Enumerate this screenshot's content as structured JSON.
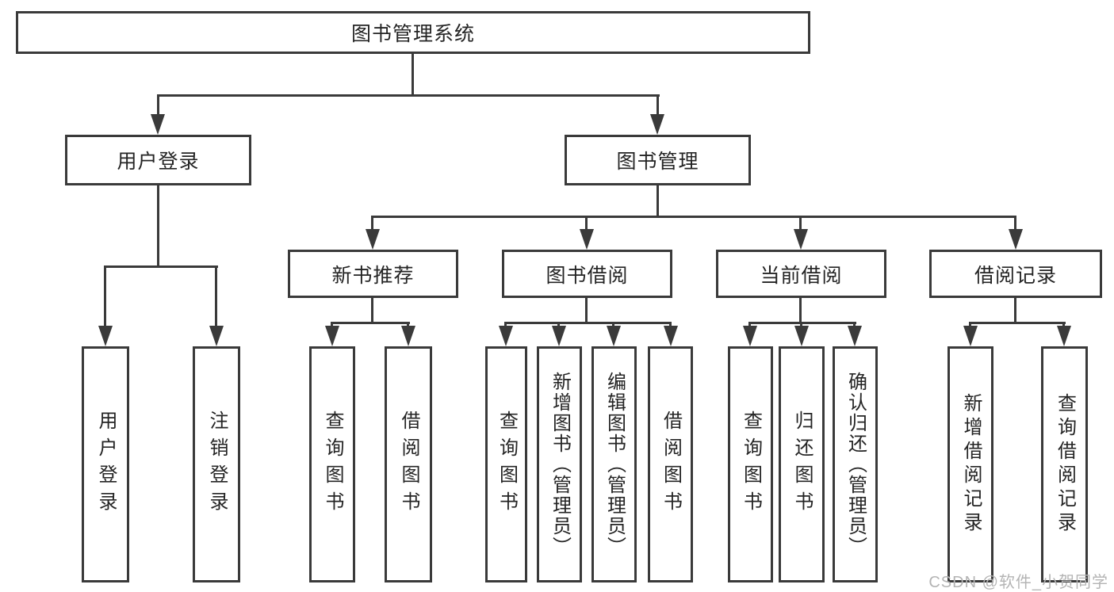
{
  "tree": {
    "root": {
      "label": "图书管理系统",
      "children": [
        {
          "label": "用户登录",
          "children": [
            {
              "label": "用户登录"
            },
            {
              "label": "注销登录"
            }
          ]
        },
        {
          "label": "图书管理",
          "children": [
            {
              "label": "新书推荐",
              "children": [
                {
                  "label": "查询图书"
                },
                {
                  "label": "借阅图书"
                }
              ]
            },
            {
              "label": "图书借阅",
              "children": [
                {
                  "label": "查询图书"
                },
                {
                  "label": "新增图书（管理员）"
                },
                {
                  "label": "编辑图书（管理员）"
                },
                {
                  "label": "借阅图书"
                }
              ]
            },
            {
              "label": "当前借阅",
              "children": [
                {
                  "label": "查询图书"
                },
                {
                  "label": "归还图书"
                },
                {
                  "label": "确认归还（管理员）"
                }
              ]
            },
            {
              "label": "借阅记录",
              "children": [
                {
                  "label": "新增借阅记录"
                },
                {
                  "label": "查询借阅记录"
                }
              ]
            }
          ]
        }
      ]
    },
    "watermark": "CSDN @软件_小贺同学"
  },
  "colors": {
    "line": "#3a3a3a",
    "text": "#242424",
    "watermark": "#b4b4b4",
    "background": "#ffffff"
  }
}
